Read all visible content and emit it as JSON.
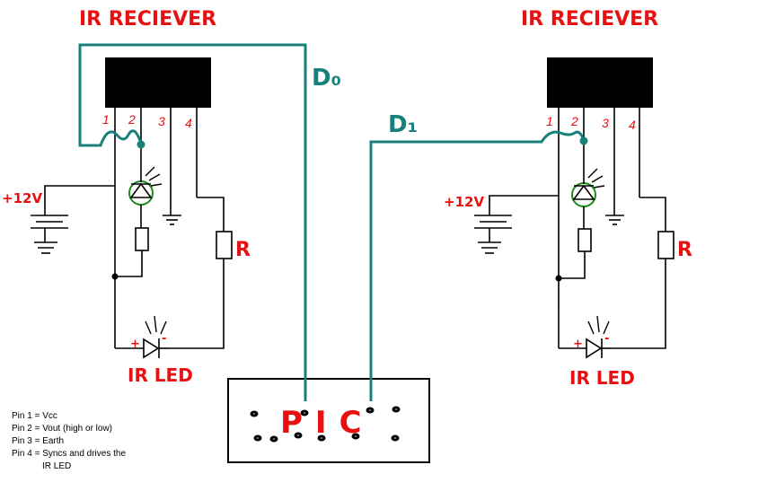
{
  "receivers": [
    {
      "title": "IR RECIEVER",
      "pins": [
        "1",
        "2",
        "3",
        "4"
      ],
      "supply": "+12V",
      "resistor": "R",
      "led": "IR LED",
      "led_plus": "+",
      "led_minus": "-"
    },
    {
      "title": "IR RECIEVER",
      "pins": [
        "1",
        "2",
        "3",
        "4"
      ],
      "supply": "+12V",
      "resistor": "R",
      "led": "IR LED",
      "led_plus": "+",
      "led_minus": "-"
    }
  ],
  "signals": {
    "d0": "D₀",
    "d1": "D₁"
  },
  "pic": {
    "label": "PIC"
  },
  "legend": [
    "Pin 1 = Vcc",
    "Pin 2 = Vout (high or low)",
    "Pin 3 = Earth",
    "Pin 4 = Syncs and drives the",
    "IR LED"
  ],
  "colors": {
    "wire": "#000000",
    "signal": "#17807a",
    "label": "#e81010",
    "indicator_led": "#1c8a1c"
  }
}
